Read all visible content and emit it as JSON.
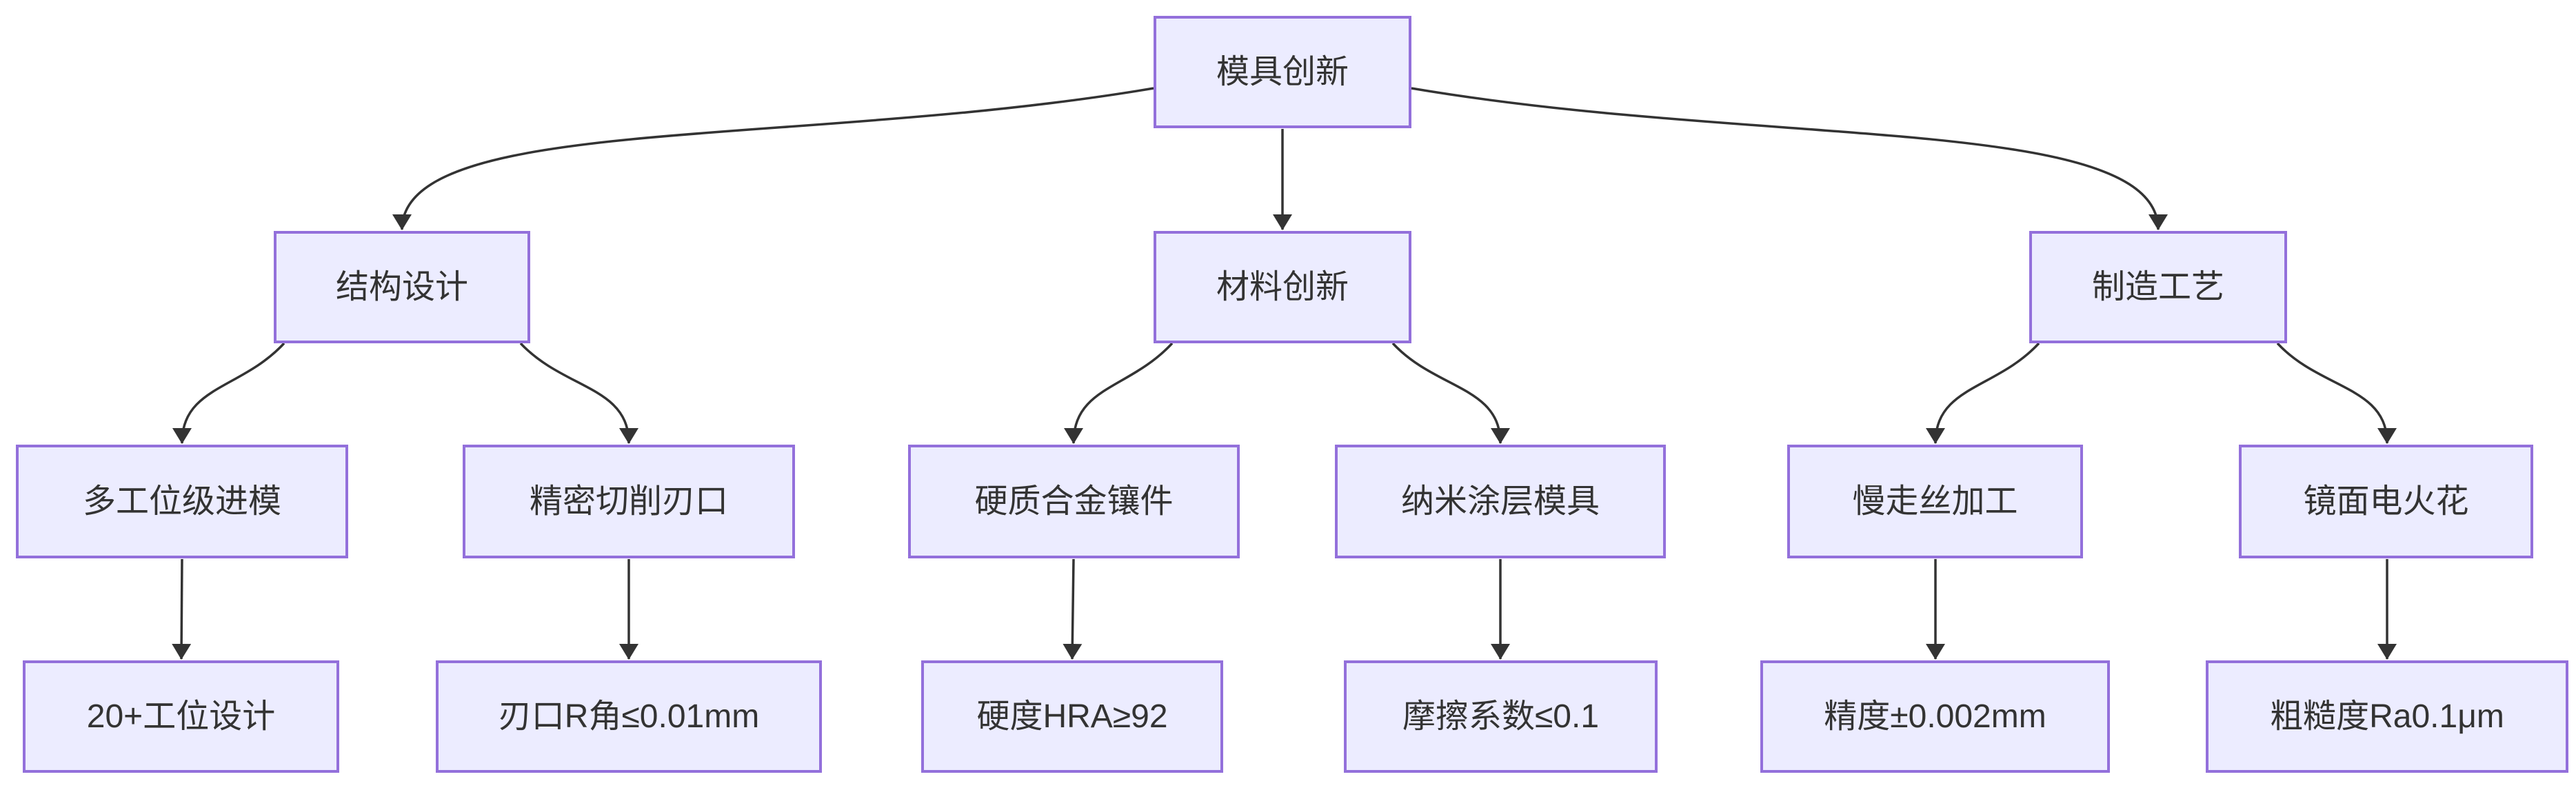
{
  "theme": {
    "node_fill": "#ECECFF",
    "node_border": "#9370DB",
    "edge_color": "#333333",
    "text_color": "#333333",
    "background": "#ffffff"
  },
  "diagram": {
    "type": "flowchart-top-down",
    "nodes": {
      "root": {
        "label": "模具创新"
      },
      "structure": {
        "label": "结构设计"
      },
      "material": {
        "label": "材料创新"
      },
      "process": {
        "label": "制造工艺"
      },
      "multi_station": {
        "label": "多工位级进模"
      },
      "precision_edge": {
        "label": "精密切削刃口"
      },
      "carbide_insert": {
        "label": "硬质合金镶件"
      },
      "nano_coating": {
        "label": "纳米涂层模具"
      },
      "slow_wire": {
        "label": "慢走丝加工"
      },
      "mirror_edm": {
        "label": "镜面电火花"
      },
      "station_design": {
        "label": "20+工位设计"
      },
      "edge_radius": {
        "label": "刃口R角≤0.01mm"
      },
      "hardness": {
        "label": "硬度HRA≥92"
      },
      "friction": {
        "label": "摩擦系数≤0.1"
      },
      "accuracy": {
        "label": "精度±0.002mm"
      },
      "roughness": {
        "label": "粗糙度Ra0.1μm"
      }
    },
    "edges": [
      {
        "from": "root",
        "to": "structure"
      },
      {
        "from": "root",
        "to": "material"
      },
      {
        "from": "root",
        "to": "process"
      },
      {
        "from": "structure",
        "to": "multi_station"
      },
      {
        "from": "structure",
        "to": "precision_edge"
      },
      {
        "from": "material",
        "to": "carbide_insert"
      },
      {
        "from": "material",
        "to": "nano_coating"
      },
      {
        "from": "process",
        "to": "slow_wire"
      },
      {
        "from": "process",
        "to": "mirror_edm"
      },
      {
        "from": "multi_station",
        "to": "station_design"
      },
      {
        "from": "precision_edge",
        "to": "edge_radius"
      },
      {
        "from": "carbide_insert",
        "to": "hardness"
      },
      {
        "from": "nano_coating",
        "to": "friction"
      },
      {
        "from": "slow_wire",
        "to": "accuracy"
      },
      {
        "from": "mirror_edm",
        "to": "roughness"
      }
    ]
  }
}
